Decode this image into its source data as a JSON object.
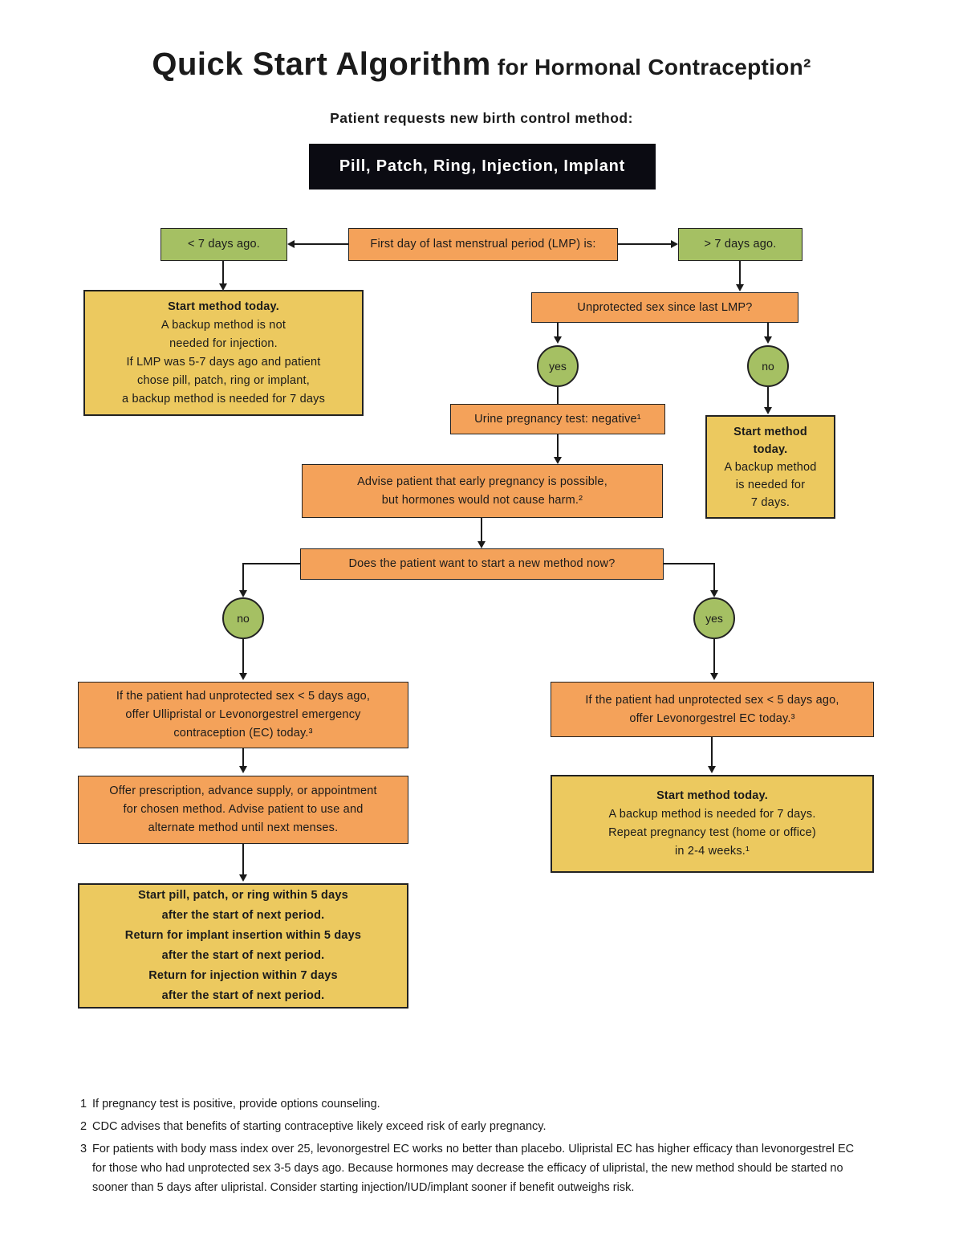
{
  "colors": {
    "orange": "#F4A25A",
    "yellow": "#ECC95F",
    "green": "#A5C063",
    "banner": "#0B0B12",
    "line": "#1A1A1A",
    "ink": "#1B1B1B",
    "paper": "#FFFFFF"
  },
  "header": {
    "title_main": "Quick Start Algorithm",
    "title_rest": " for Hormonal Contraception²",
    "prompt": "Patient requests new birth control method:",
    "banner": "Pill, Patch, Ring, Injection, Implant"
  },
  "nodes": {
    "lt7": {
      "label": "< 7 days ago."
    },
    "lmp": {
      "label": "First day of last menstrual period (LMP) is:"
    },
    "gt7": {
      "label": "> 7 days ago."
    },
    "start_left": {
      "head": "Start method today.",
      "lines": [
        "A backup method is not",
        "needed for injection.",
        "If LMP was 5-7 days ago and patient",
        "chose pill, patch, ring or implant,",
        "a backup method is needed for 7 days"
      ]
    },
    "unprotected": {
      "label": "Unprotected sex since last LMP?"
    },
    "yes1": {
      "label": "yes"
    },
    "no1": {
      "label": "no"
    },
    "urine": {
      "label": "Urine pregnancy test: negative¹"
    },
    "start_right_small": {
      "head_lines": [
        "Start method",
        "today."
      ],
      "lines": [
        "A backup method",
        "is needed for",
        "7 days."
      ]
    },
    "advise": {
      "lines": [
        "Advise patient that early pregnancy is possible,",
        "but hormones would not cause harm.²"
      ]
    },
    "want_new_method": {
      "label": "Does the patient want to start a new method now?"
    },
    "no2": {
      "label": "no"
    },
    "yes2": {
      "label": "yes"
    },
    "ec_left": {
      "lines": [
        "If the patient had unprotected sex < 5 days ago,",
        "offer Ullipristal or Levonorgestrel emergency",
        "contraception (EC) today.³"
      ]
    },
    "offer": {
      "lines": [
        "Offer prescription, advance supply, or appointment",
        "for chosen method. Advise patient to use and",
        "alternate method until next menses."
      ]
    },
    "start_next_period": {
      "lines": [
        "Start pill, patch, or ring within 5 days",
        "after the start of next period.",
        "Return for implant insertion within 5 days",
        "after the start of next period.",
        "Return for injection within 7 days",
        "after the start of next period."
      ]
    },
    "ec_right": {
      "lines": [
        "If the patient had unprotected sex < 5 days ago,",
        "offer Levonorgestrel EC today.³"
      ]
    },
    "start_right_big": {
      "head": "Start method today.",
      "lines": [
        "A backup method is needed for 7 days.",
        "Repeat pregnancy test (home or office)",
        "in 2-4 weeks.¹"
      ]
    }
  },
  "footnotes": [
    {
      "num": "1",
      "lines": [
        "If pregnancy test is positive, provide options counseling."
      ]
    },
    {
      "num": "2",
      "lines": [
        "CDC advises that benefits of starting contraceptive likely exceed risk of early pregnancy."
      ]
    },
    {
      "num": "3",
      "lines": [
        "For patients with body mass index over 25, levonorgestrel EC works no better than placebo. Ulipristal EC has higher efficacy than levonorgestrel EC",
        "for those who had unprotected sex 3-5 days ago. Because hormones may decrease the efficacy of ulipristal, the new method should be started no",
        "sooner than 5 days after ulipristal. Consider starting injection/IUD/implant sooner if benefit outweighs risk."
      ]
    }
  ]
}
